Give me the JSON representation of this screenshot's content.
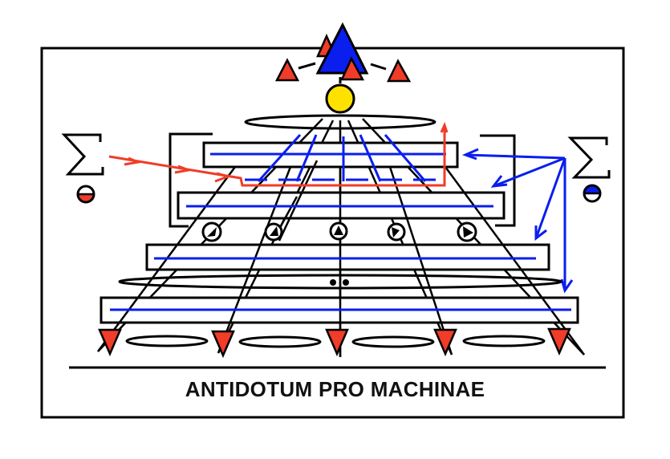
{
  "title": "ANTIDOTUM PRO MACHINAE",
  "colors": {
    "red": "#f03c28",
    "blue": "#0a1eee",
    "yellow": "#ffe100",
    "black": "#000000"
  },
  "icons": [
    "sigma-icon-left",
    "sigma-icon-right",
    "half-red-circle-icon",
    "half-blue-circle-icon"
  ]
}
